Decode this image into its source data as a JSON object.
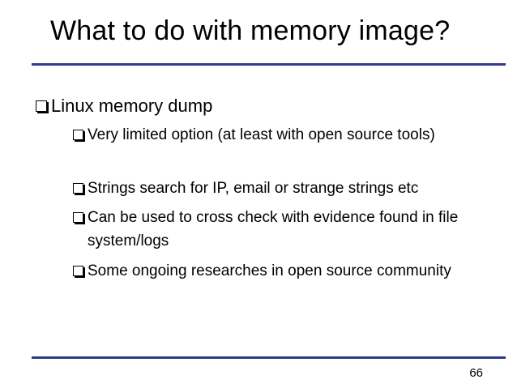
{
  "slide": {
    "title": "What to do with memory image?",
    "bullets": [
      {
        "text": "Linux memory dump",
        "children": [
          "Very limited option (at least with open source tools)",
          "Strings search for IP, email or strange strings etc",
          "Can be used to cross check with evidence found in file system/logs",
          "Some ongoing researches in open source community"
        ]
      }
    ],
    "page_number": "66"
  },
  "colors": {
    "rule": "#2e3a8c",
    "text": "#000000",
    "background": "#ffffff"
  },
  "icons": {
    "bullet": "square-bullet-icon"
  }
}
